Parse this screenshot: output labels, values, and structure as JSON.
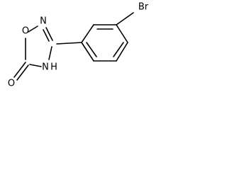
{
  "molecule": {
    "atoms": {
      "bromine": "Br",
      "ring_oxygen": "O",
      "ring_nitrogen": "N",
      "nh_nitrogen": "N",
      "nh_hydrogen": "H",
      "carbonyl_oxygen": "O"
    }
  },
  "colors": {
    "bond": "#000000",
    "label": "#000000",
    "background": "#ffffff"
  }
}
